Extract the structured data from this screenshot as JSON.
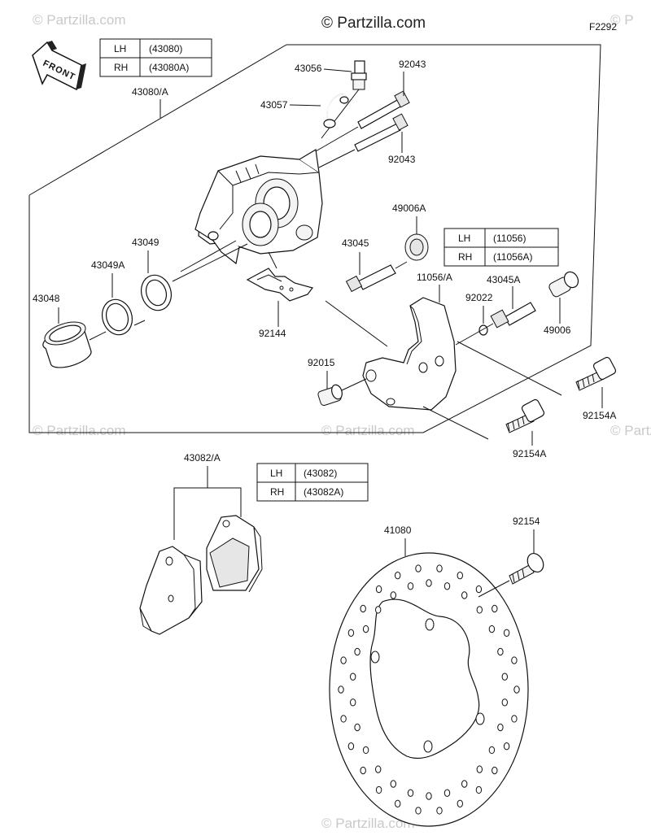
{
  "header": {
    "watermark": "© Partzilla.com",
    "diagram_code": "F2292"
  },
  "watermarks": [
    "© Partzilla.com",
    "© Partzilla.com",
    "© Partzilla.com",
    "© Partzilla.com",
    "© Partzilla.com",
    "© P"
  ],
  "front_arrow": {
    "label": "FRONT"
  },
  "tables": {
    "caliper": {
      "rows": [
        {
          "side": "LH",
          "code": "(43080)"
        },
        {
          "side": "RH",
          "code": "(43080A)"
        }
      ]
    },
    "bracket": {
      "rows": [
        {
          "side": "LH",
          "code": "(11056)"
        },
        {
          "side": "RH",
          "code": "(11056A)"
        }
      ]
    },
    "pads": {
      "rows": [
        {
          "side": "LH",
          "code": "(43082)"
        },
        {
          "side": "RH",
          "code": "(43082A)"
        }
      ]
    }
  },
  "labels": {
    "caliper_assy": "43080/A",
    "bleeder": "43056",
    "bleeder_cap": "43057",
    "pin_top": "92043",
    "pin_bottom": "92043",
    "piston": "43048",
    "seal_dust": "43049A",
    "seal_piston": "43049",
    "pad_spring": "92144",
    "slide_pin": "43045",
    "boot": "49006A",
    "bracket": "11056/A",
    "clip": "92022",
    "slide_pin_a": "43045A",
    "boot_b": "49006",
    "sleeve": "92015",
    "bolt_a_right": "92154A",
    "bolt_a_bottom": "92154A",
    "pad_set": "43082/A",
    "disc": "41080",
    "disc_bolt": "92154"
  }
}
